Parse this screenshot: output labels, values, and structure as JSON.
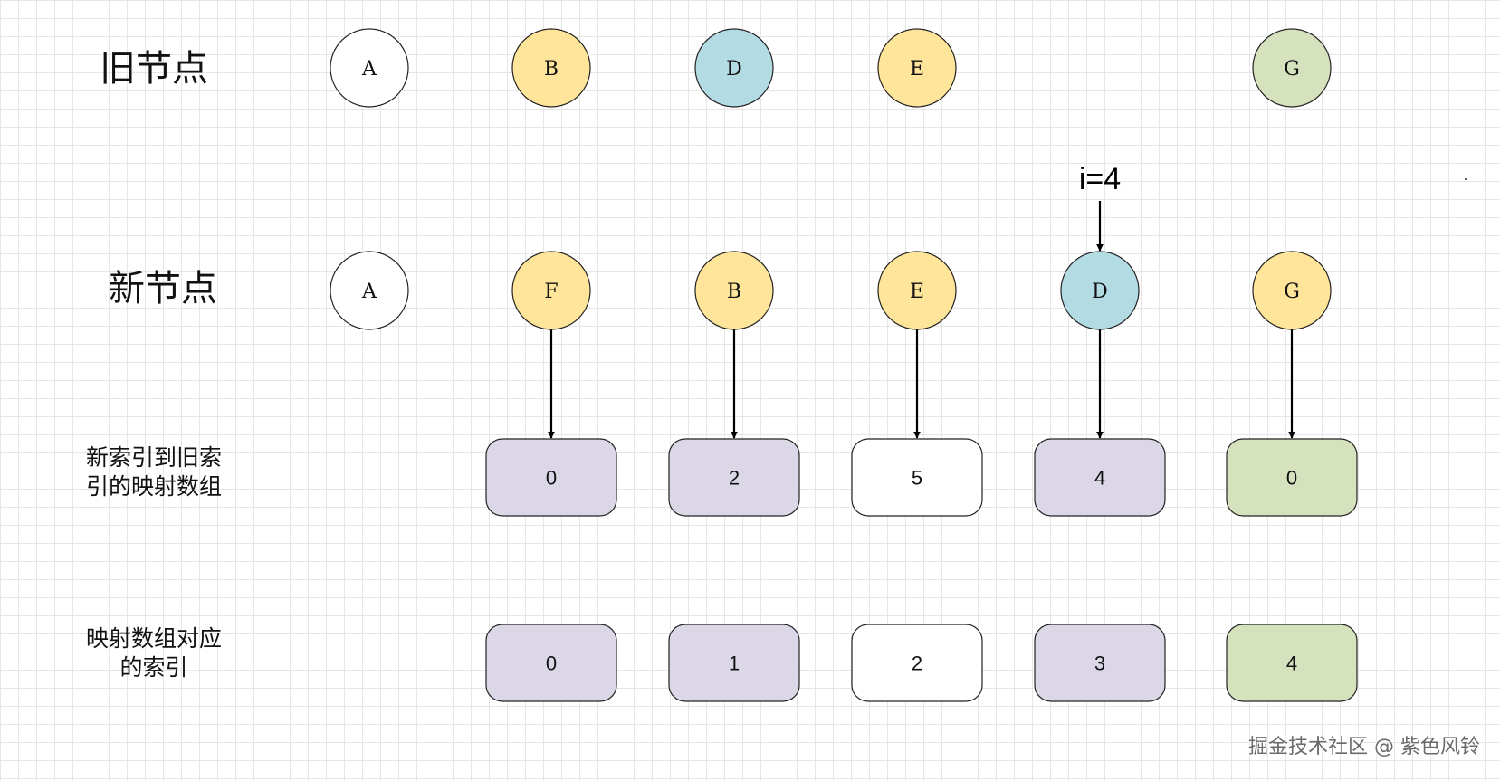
{
  "labels": {
    "old_nodes": "旧节点",
    "new_nodes": "新节点",
    "map_array": "新索引到旧索\n引的映射数组",
    "map_index": "映射数组对应\n的索引"
  },
  "pointer": {
    "text": "i=4"
  },
  "colors": {
    "yellow": "#ffe599",
    "blue": "#b3dbe4",
    "green": "#d5e2bd",
    "purple": "#dcd7e6",
    "white": "#ffffff",
    "stroke": "#222222"
  },
  "old_nodes": [
    {
      "label": "A",
      "color": "white"
    },
    {
      "label": "B",
      "color": "yellow"
    },
    {
      "label": "D",
      "color": "blue"
    },
    {
      "label": "E",
      "color": "yellow"
    },
    {
      "label": "G",
      "color": "green"
    }
  ],
  "new_nodes": [
    {
      "label": "A",
      "color": "white"
    },
    {
      "label": "F",
      "color": "yellow"
    },
    {
      "label": "B",
      "color": "yellow"
    },
    {
      "label": "E",
      "color": "yellow"
    },
    {
      "label": "D",
      "color": "blue"
    },
    {
      "label": "G",
      "color": "yellow"
    }
  ],
  "mapping_array": [
    {
      "value": "0",
      "color": "purple"
    },
    {
      "value": "2",
      "color": "purple"
    },
    {
      "value": "5",
      "color": "white"
    },
    {
      "value": "4",
      "color": "purple"
    },
    {
      "value": "0",
      "color": "green"
    }
  ],
  "mapping_index": [
    {
      "value": "0",
      "color": "purple"
    },
    {
      "value": "1",
      "color": "purple"
    },
    {
      "value": "2",
      "color": "white"
    },
    {
      "value": "3",
      "color": "purple"
    },
    {
      "value": "4",
      "color": "green"
    }
  ],
  "watermark": "掘金技术社区 @ 紫色风铃"
}
